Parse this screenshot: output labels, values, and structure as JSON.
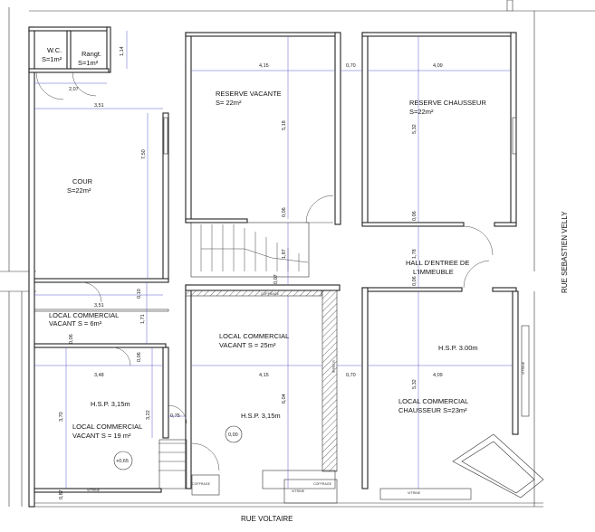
{
  "rooms": {
    "wc": {
      "name": "W.C.",
      "area": "S=1m²"
    },
    "rangt": {
      "name": "Rangt.",
      "area": "S=1m²"
    },
    "cour": {
      "name": "COUR",
      "area": "S=22m²"
    },
    "reserve_vacante": {
      "name": "RESERVE VACANTE",
      "area": "S= 22m²"
    },
    "reserve_chausseur": {
      "name": "RESERVE CHAUSSEUR",
      "area": "S=22m²"
    },
    "hall": {
      "line1": "HALL D'ENTREE DE",
      "line2": "L'IMMEUBLE"
    },
    "local_vacant_6": {
      "line1": "LOCAL COMMERCIAL",
      "line2": "VACANT   S = 6m²"
    },
    "local_vacant_25": {
      "line1": "LOCAL COMMERCIAL",
      "line2": "VACANT   S = 25m²"
    },
    "local_chausseur": {
      "line1": "LOCAL COMMERCIAL",
      "line2": "CHAUSSEUR  S=23m²"
    },
    "local_vacant_19": {
      "line1": "LOCAL COMMERCIAL",
      "line2": "VACANT   S = 19 m²"
    }
  },
  "hsp": {
    "left": "H.S.P. 3,15m",
    "middle": "H.S.P. 3,15m",
    "right": "H.S.P. 3.00m"
  },
  "streets": {
    "bottom": "RUE VOLTAIRE",
    "right": "RUE SEBASTIEN VELLY"
  },
  "dimensions": {
    "w415_top": "4,15",
    "w070_top": "0,70",
    "w409_top": "4,09",
    "w114": "1,14",
    "w207": "2,07",
    "w351_top": "3,51",
    "w750": "7,50",
    "w518": "5,18",
    "w532": "5,32",
    "w006_a": "0,06",
    "w006_b": "0,06",
    "w006_c": "0,06",
    "w187": "1,87",
    "w178": "1,78",
    "w007": "0,07",
    "w351_mid": "3,51",
    "w010": "0,10",
    "w171": "1,71",
    "w348": "3,48",
    "w415_bot": "4,15",
    "w070_bot": "0,70",
    "w409_bot": "4,09",
    "w006_d": "0,06",
    "w006_e": "0,06",
    "w370": "3,70",
    "w322": "3,22",
    "w075": "0,75",
    "w604": "6,04",
    "w532_bot": "5,32",
    "w087": "0,87",
    "level_000": "0,00",
    "level_065": "+0,65"
  },
  "annotations": {
    "coffrage": "COFFRAGE",
    "vitrine": "VITRINE"
  }
}
